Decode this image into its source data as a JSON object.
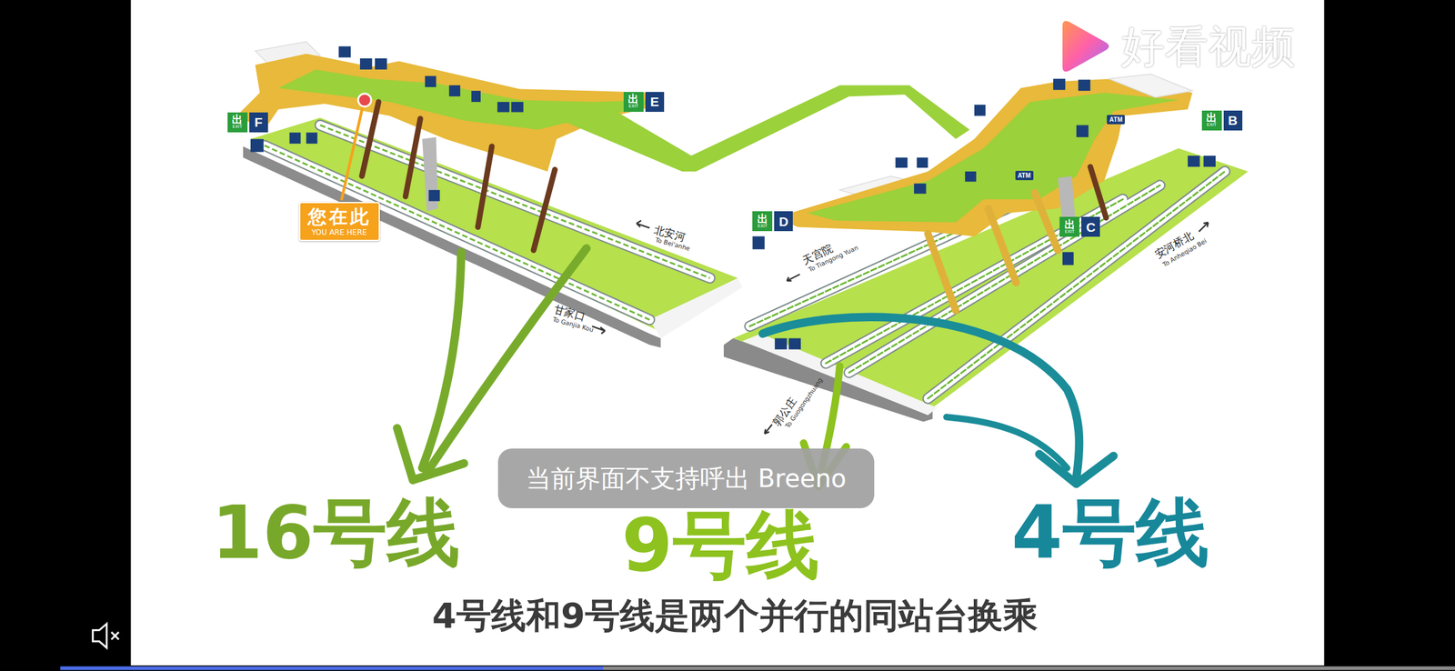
{
  "diagram": {
    "nodes": [
      {
        "text": [
          "出",
          "EXIT",
          "F"
        ]
      },
      {
        "text": [
          "出",
          "EXIT",
          "E"
        ]
      },
      {
        "text": [
          "您在此",
          "YOU ARE HERE"
        ]
      },
      {
        "text": [
          "出",
          "EXIT",
          "B"
        ]
      },
      {
        "text": [
          "ATM"
        ]
      },
      {
        "text": [
          "ATM"
        ]
      },
      {
        "text": [
          "出",
          "EXIT",
          "D"
        ]
      },
      {
        "text": [
          "出",
          "EXIT",
          "C"
        ]
      },
      {
        "text": [
          "当前界面不支持呼出 Breeno"
        ]
      }
    ],
    "labels": [
      "好看视频",
      "北安河",
      "To Bei'anhe",
      "天宫院",
      "To Tiangong Yuan",
      "安河桥北",
      "To Anheqiao Bei",
      "甘家口",
      "To Ganjia Kou",
      "郭公庄",
      "To Guogongzhuang",
      "16号线",
      "9号线",
      "4号线",
      "4号线和9号线是两个并行的同站台换乘"
    ]
  }
}
